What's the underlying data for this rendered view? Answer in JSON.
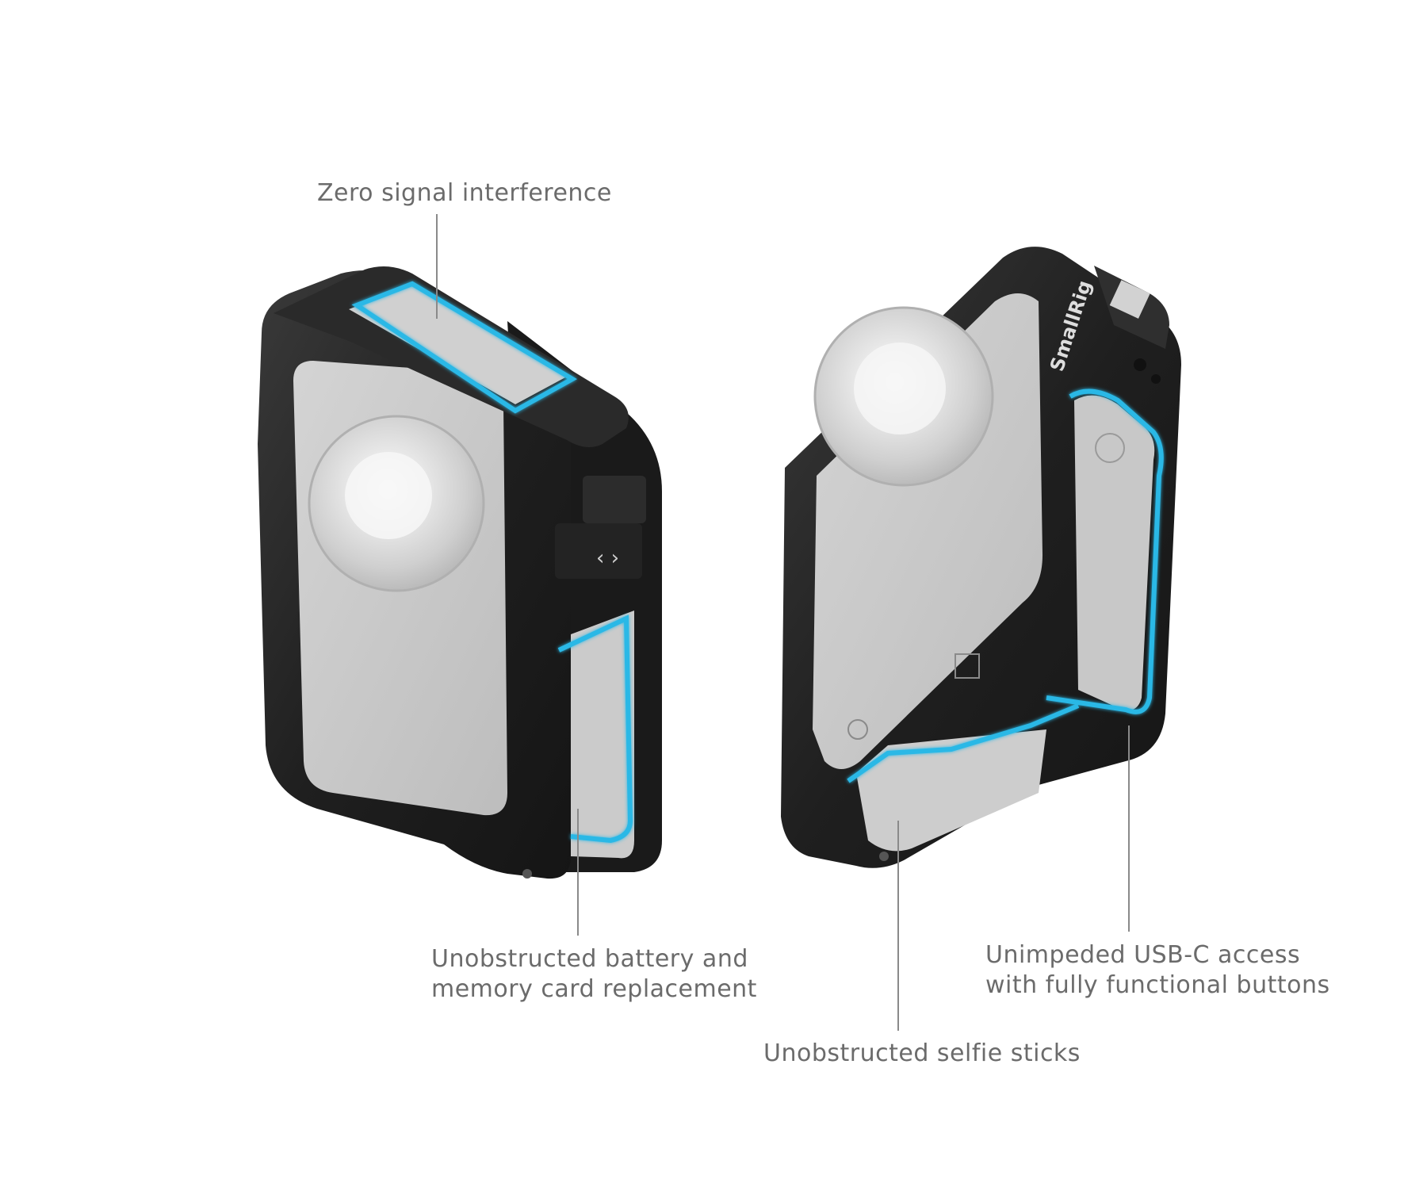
{
  "callouts": {
    "zero_signal": "Zero signal interference",
    "battery_line1": "Unobstructed battery and",
    "battery_line2": "memory card  replacement",
    "usb_line1": "Unimpeded USB-C access",
    "usb_line2": "with fully functional buttons",
    "selfie": "Unobstructed selfie sticks"
  },
  "brand_text": "SmallRig",
  "colors": {
    "accent": "#2ab8e6",
    "cage": "#222222",
    "camera_body": "#c9c9c9",
    "label_text": "#6b6b6b",
    "leader_line": "#8a8a8a"
  }
}
